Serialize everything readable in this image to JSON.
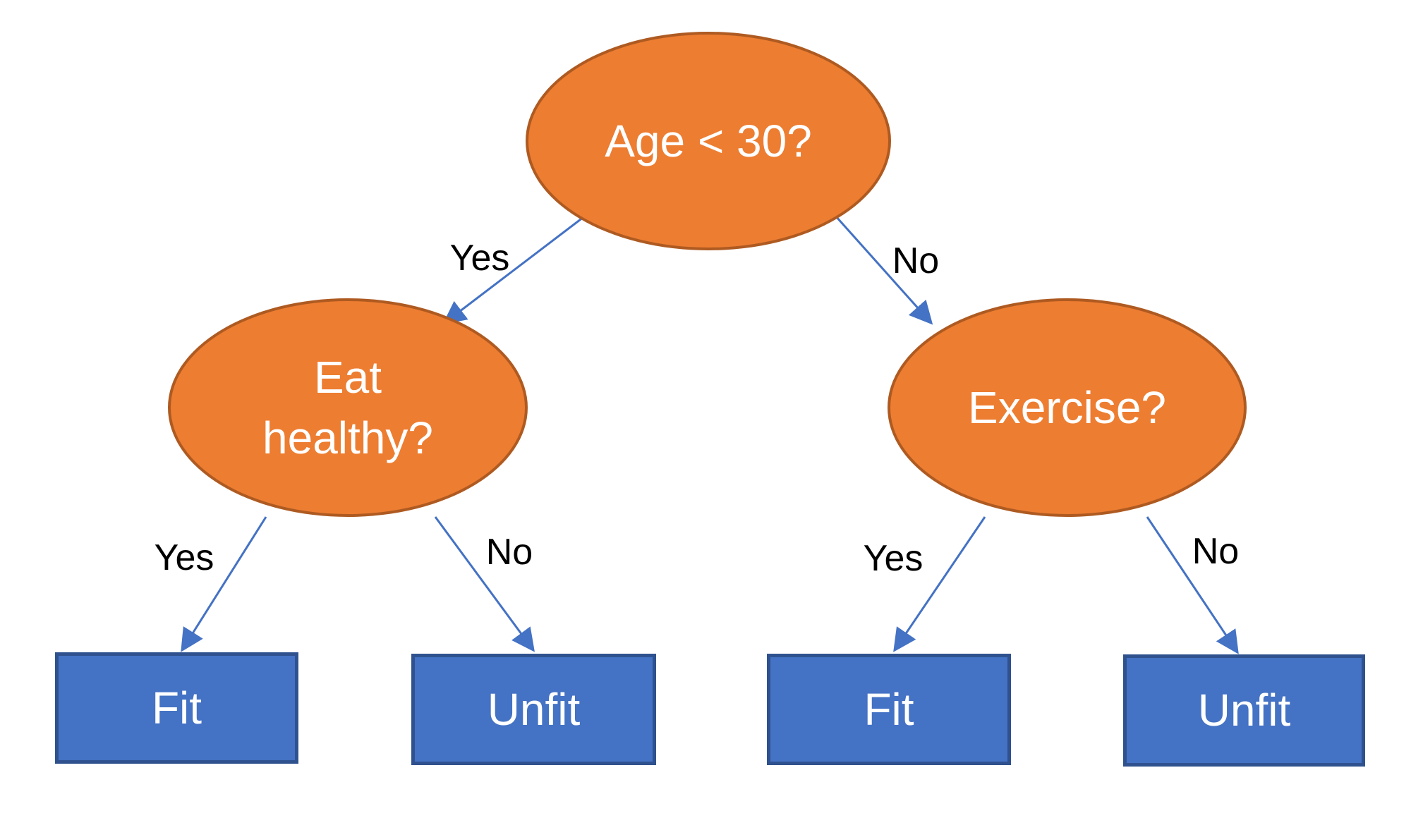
{
  "diagram": {
    "type": "decision-tree",
    "colors": {
      "node_fill": "#ED7D31",
      "node_border": "#AE5A21",
      "node_text": "#FFFFFF",
      "leaf_fill": "#4472C4",
      "leaf_border": "#2F528F",
      "leaf_text": "#FFFFFF",
      "edge_color": "#4472C4",
      "edge_label_color": "#000000",
      "bg": "#FFFFFF"
    },
    "nodes": {
      "root": {
        "label": "Age < 30?",
        "shape": "ellipse"
      },
      "left": {
        "label": "Eat healthy?",
        "shape": "ellipse"
      },
      "right": {
        "label": "Exercise?",
        "shape": "ellipse"
      },
      "leaf1": {
        "label": "Fit",
        "shape": "rectangle"
      },
      "leaf2": {
        "label": "Unfit",
        "shape": "rectangle"
      },
      "leaf3": {
        "label": "Fit",
        "shape": "rectangle"
      },
      "leaf4": {
        "label": "Unfit",
        "shape": "rectangle"
      }
    },
    "edges": [
      {
        "from": "root",
        "to": "left",
        "label": "Yes"
      },
      {
        "from": "root",
        "to": "right",
        "label": "No"
      },
      {
        "from": "left",
        "to": "leaf1",
        "label": "Yes"
      },
      {
        "from": "left",
        "to": "leaf2",
        "label": "No"
      },
      {
        "from": "right",
        "to": "leaf3",
        "label": "Yes"
      },
      {
        "from": "right",
        "to": "leaf4",
        "label": "No"
      }
    ]
  }
}
